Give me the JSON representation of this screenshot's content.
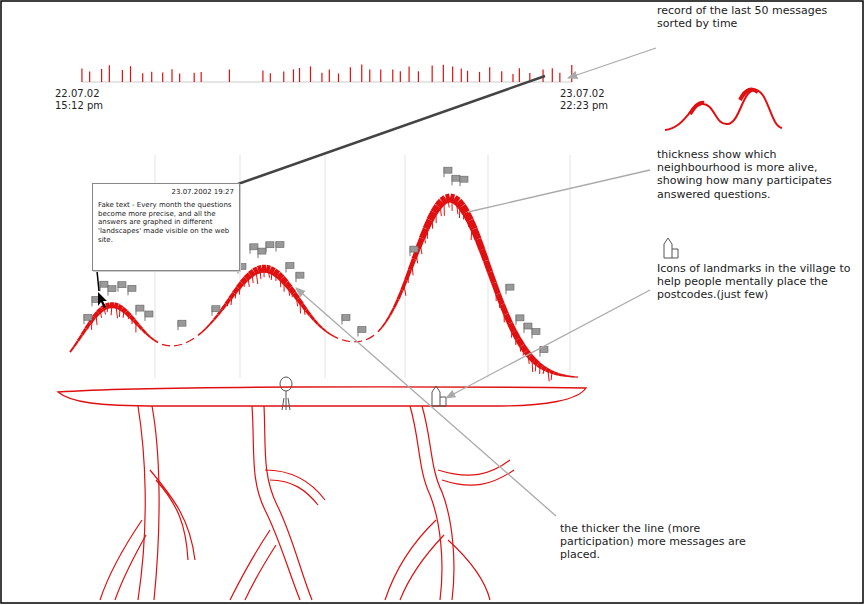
{
  "diagram": {
    "nodes": [
      {
        "text": [
          "23.07.2002 19:27",
          "Fake text - Every month the questions become more precise, and all the answers are graphed in different 'landscapes' made visible on the web site."
        ]
      }
    ],
    "labels": [
      "record of the last 50 messages sorted by time",
      "22.07.02 15:12 pm",
      "23.07.02 22:23 pm",
      "thickness show which neighbourhood is more alive, showing how many participates answered questions.",
      "Icons of landmarks in the village to help people mentally place the postcodes.(just few)",
      "the thicker the line (more participation) more messages are placed."
    ]
  }
}
